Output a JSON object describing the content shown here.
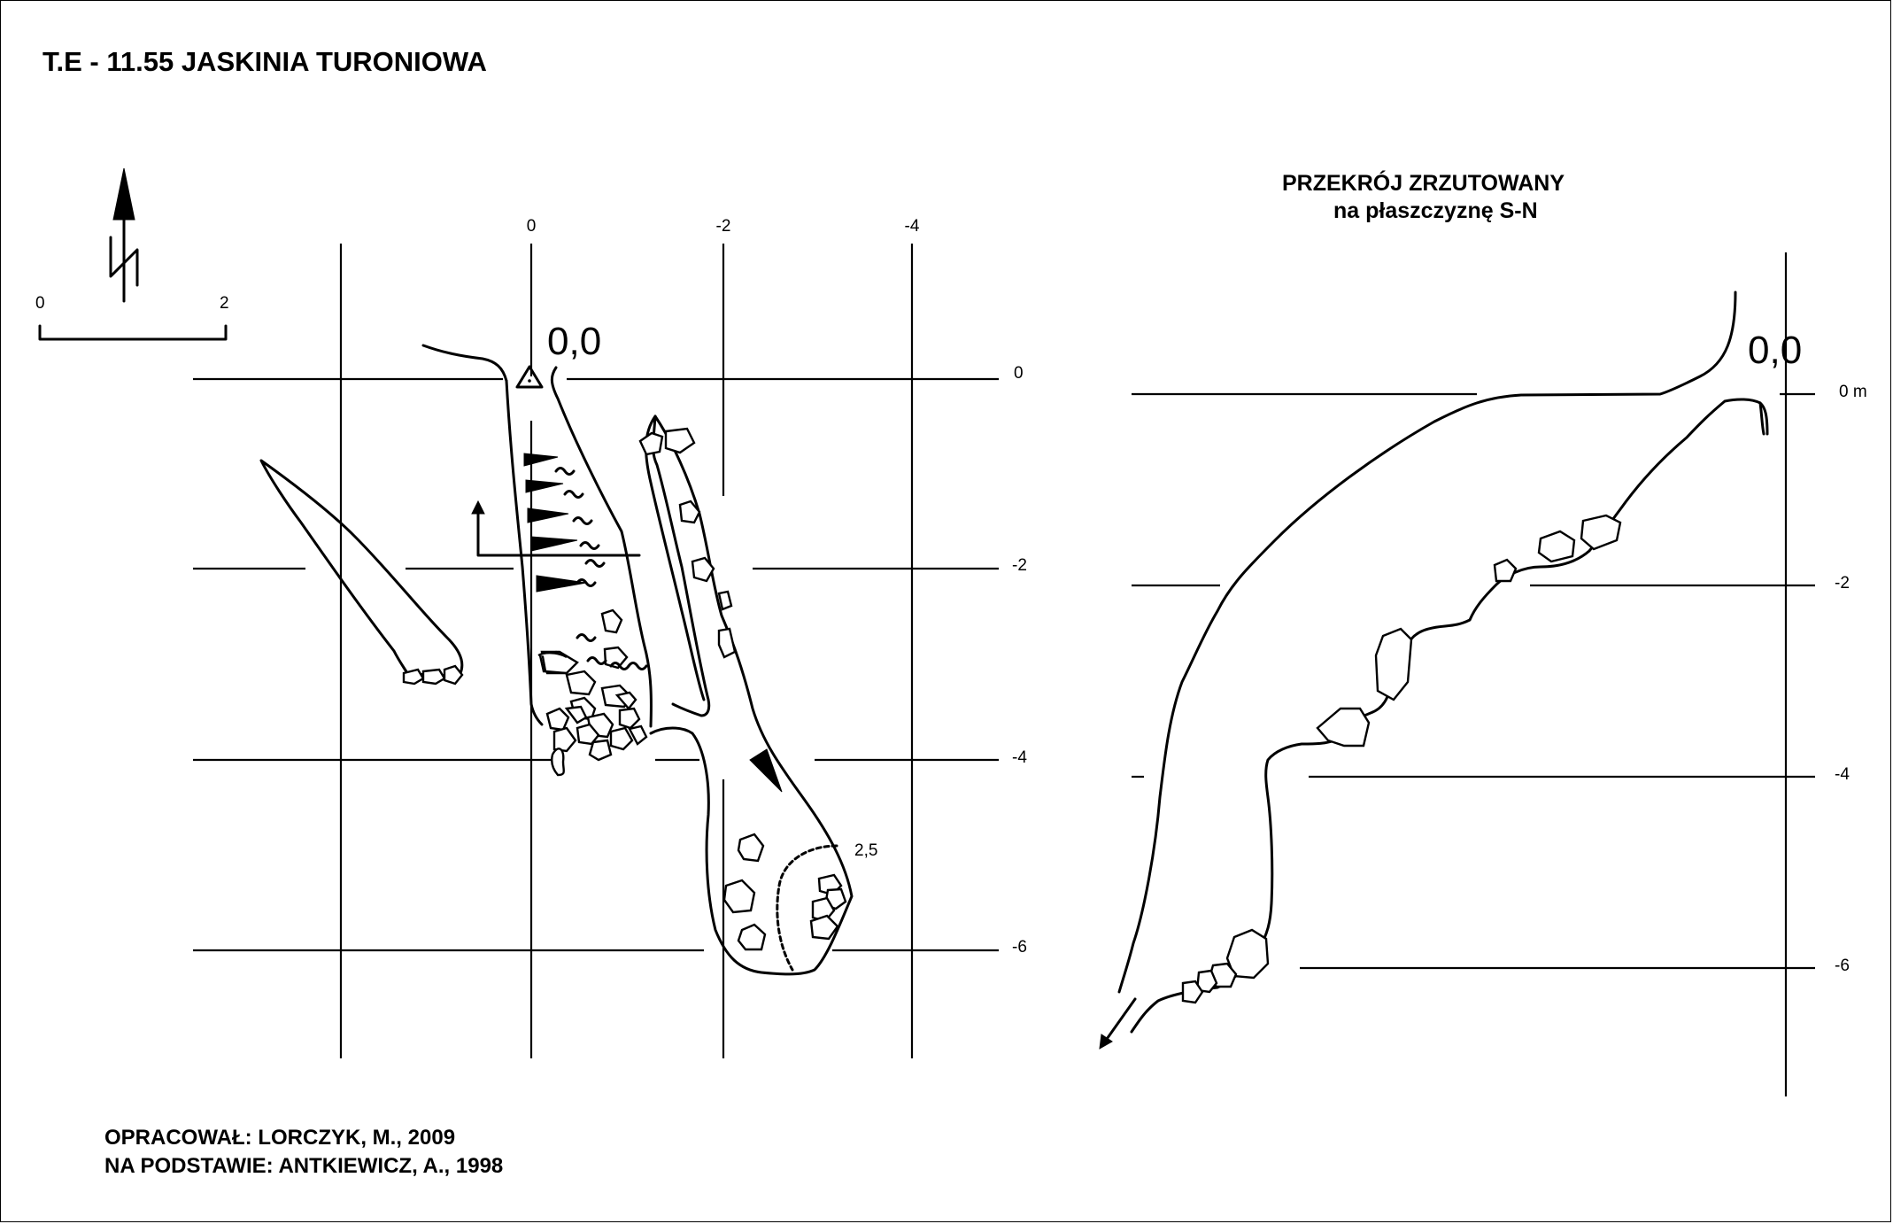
{
  "title": "T.E - 11.55 JASKINIA TURONIOWA",
  "plan": {
    "north_symbol": "N",
    "scale_bar": {
      "start_label": "0",
      "end_label": "2"
    },
    "x_ticks": [
      "0",
      "-2",
      "-4"
    ],
    "y_ticks": [
      "0",
      "-2",
      "-4",
      "-6"
    ],
    "datum_label": "0,0",
    "depth_note": "2,5"
  },
  "section": {
    "title_line1": "PRZEKRÓJ ZRZUTOWANY",
    "title_line2": "na płaszczyznę S-N",
    "datum_label": "0,0",
    "y_ticks": [
      "0 m",
      "-2",
      "-4",
      "-6"
    ]
  },
  "credits": {
    "line1": "OPRACOWAŁ: LORCZYK, M., 2009",
    "line2": "NA PODSTAWIE: ANTKIEWICZ, A., 1998"
  }
}
